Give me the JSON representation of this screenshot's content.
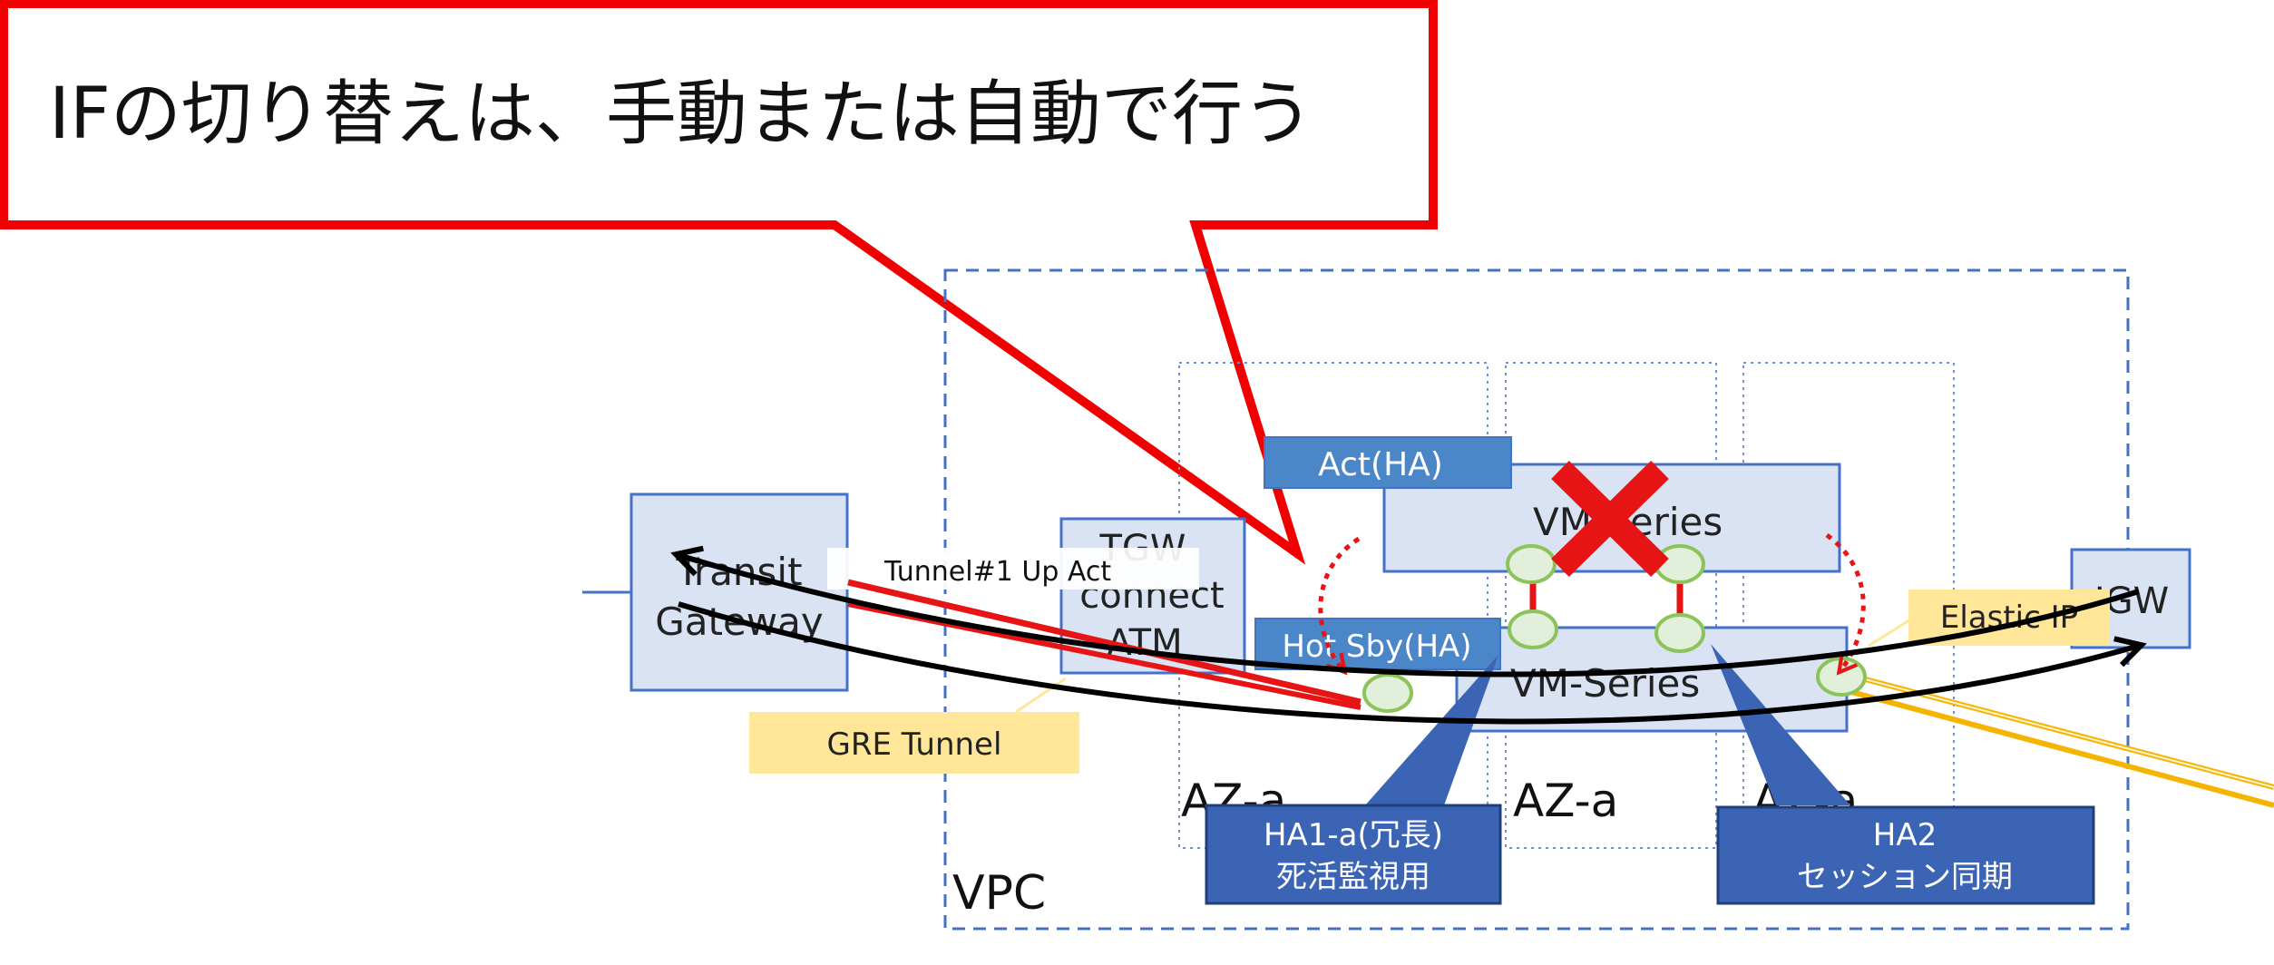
{
  "callout": {
    "text": "IFの切り替えは、手動または自動で行う"
  },
  "transit_gateway": {
    "line1": "Transit",
    "line2": "Gateway"
  },
  "tunnel_label": "Tunnel#1 Up Act",
  "tgw_connect": {
    "line1": "TGW",
    "line2": "connect",
    "line3": "ATM"
  },
  "gre_tunnel_label": "GRE Tunnel",
  "vpc_label": "VPC",
  "act_ha_label": "Act(HA)",
  "hot_sby_label": "Hot Sby(HA)",
  "vm_series_top": "VM-Series",
  "vm_series_bottom": "VM-Series",
  "az_labels": [
    "AZ-a",
    "AZ-a",
    "AZ-a"
  ],
  "igw_label": "IGW",
  "elastic_ip_label": "Elastic IP",
  "ha1_box": {
    "line1": "HA1-a(冗長)",
    "line2": "死活監視用"
  },
  "ha2_box": {
    "line1": "HA2",
    "line2": "セッション同期"
  },
  "colors": {
    "callout_border": "#f00000",
    "box_fill": "#dae3f3",
    "box_border": "#4472c4",
    "ha_label_fill": "#4a86c8",
    "dark_label_fill": "#3c64b4",
    "yellow": "#ffe699",
    "yellow_line": "#f5b400",
    "red": "#e61414",
    "green_fill": "#e2efda",
    "green_border": "#8cc45a"
  }
}
